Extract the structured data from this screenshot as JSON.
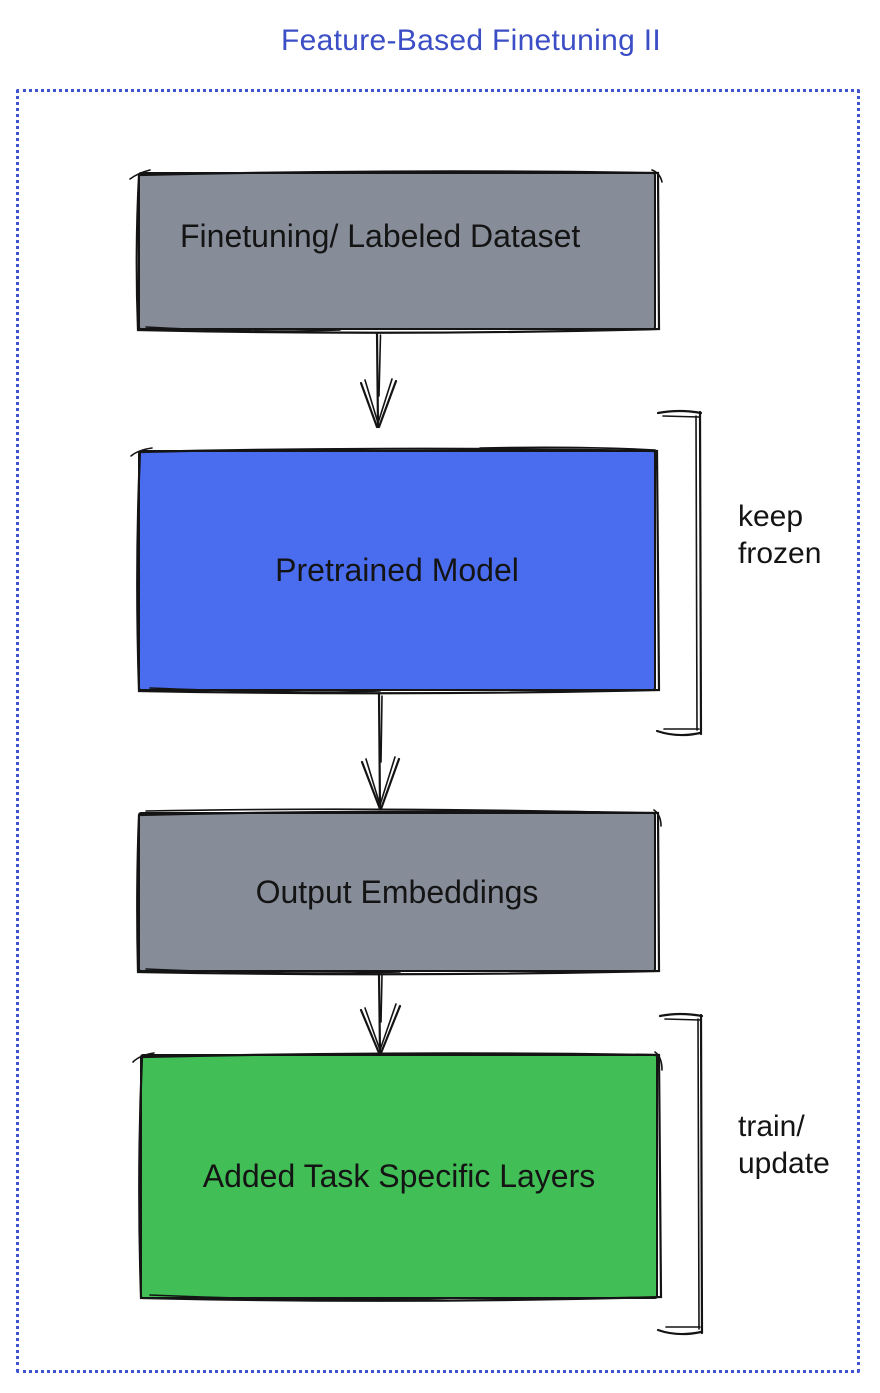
{
  "title": "Feature-Based Finetuning II",
  "colors": {
    "accent": "#3b4ec5",
    "border_dots": "#3f55cd",
    "ink": "#141414",
    "box_gray": "#868d99",
    "box_blue": "#4a6cef",
    "box_green": "#41be55"
  },
  "flow": {
    "nodes": [
      {
        "id": "finetuning-dataset",
        "label": "Finetuning/ Labeled Dataset",
        "fill": "#868d99"
      },
      {
        "id": "pretrained-model",
        "label": "Pretrained Model",
        "fill": "#4a6cef"
      },
      {
        "id": "output-embeddings",
        "label": "Output Embeddings",
        "fill": "#868d99"
      },
      {
        "id": "added-task-layers",
        "label": "Added Task Specific Layers",
        "fill": "#41be55"
      }
    ],
    "annotations": [
      {
        "id": "keep-frozen",
        "target": "pretrained-model",
        "lines": [
          "keep",
          "frozen"
        ]
      },
      {
        "id": "train-update",
        "target": "added-task-layers",
        "lines": [
          "train/",
          "update"
        ]
      }
    ]
  }
}
